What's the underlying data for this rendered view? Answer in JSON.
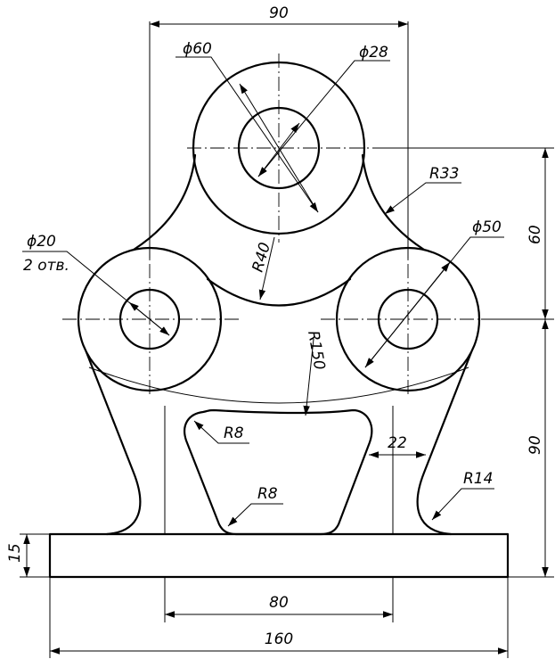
{
  "dimensions": {
    "width_top": "90",
    "dia_large_outer": "ϕ60",
    "dia_large_inner": "ϕ28",
    "fillet_r33": "R33",
    "dia_left_hole": "ϕ20",
    "left_hole_count": "2 отв.",
    "dia_right_boss": "ϕ50",
    "arc_r40": "R40",
    "arc_r150": "R150",
    "height_60": "60",
    "height_90": "90",
    "window_r8_top": "R8",
    "window_r8_bottom": "R8",
    "wall_22": "22",
    "fillet_r14": "R14",
    "base_height_15": "15",
    "base_80": "80",
    "base_160": "160"
  },
  "colors": {
    "line": "#000000",
    "background": "#ffffff"
  }
}
